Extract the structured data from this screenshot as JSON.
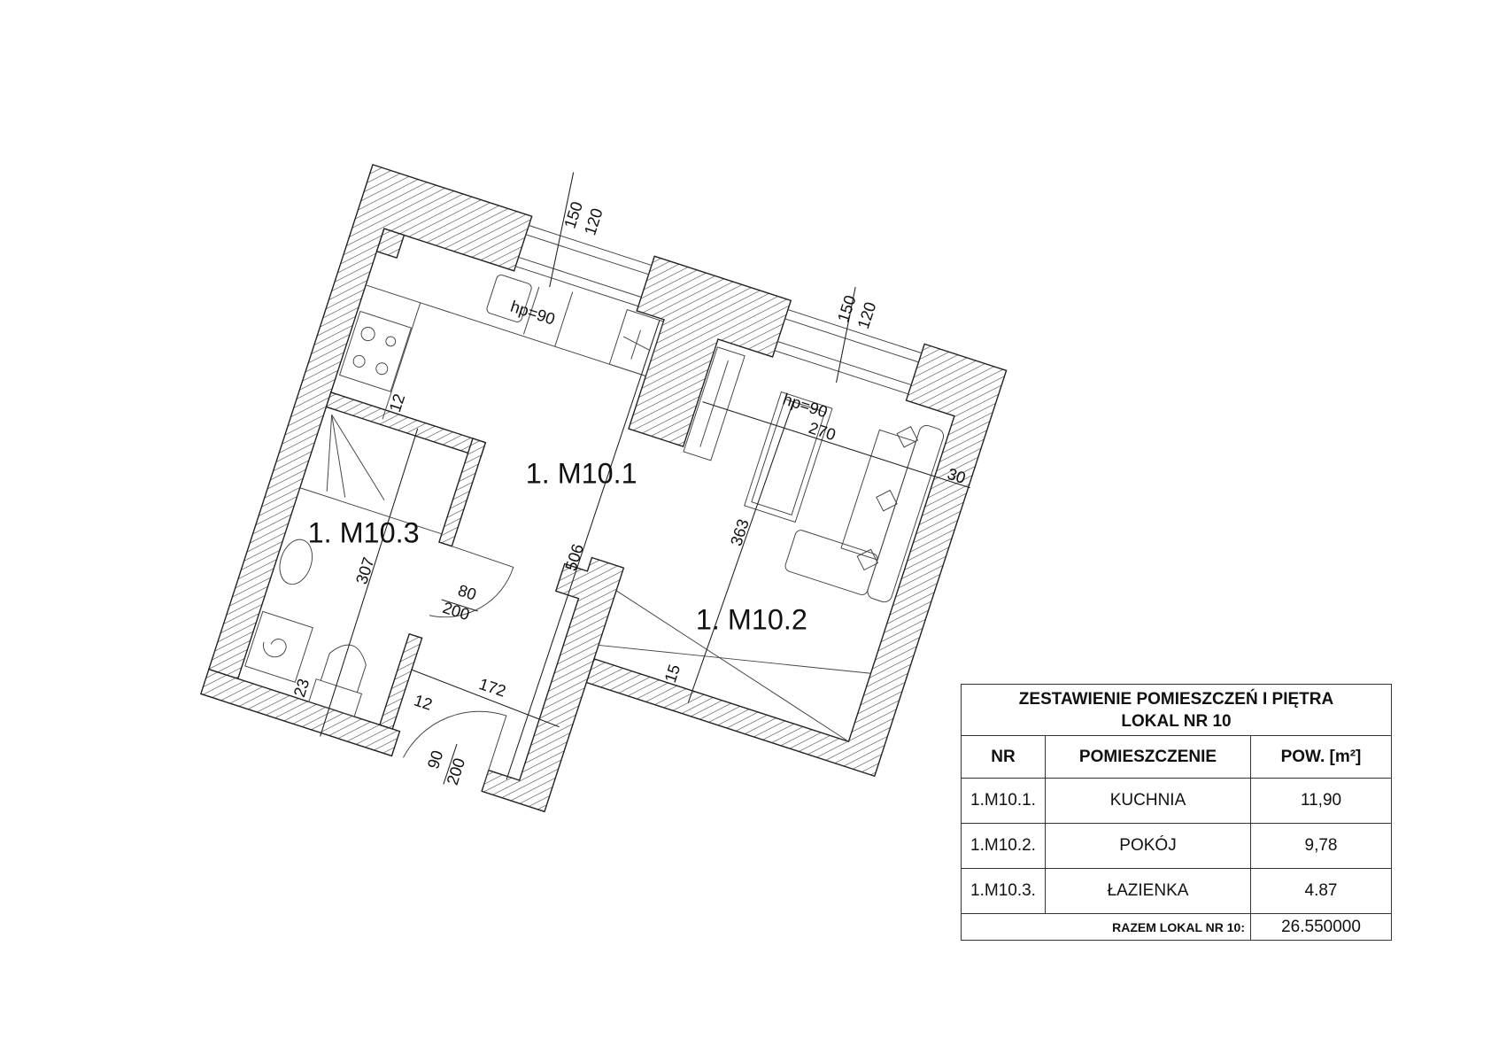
{
  "rooms": {
    "kitchen_label": "1. M10.1",
    "room_label": "1. M10.2",
    "bathroom_label": "1. M10.3"
  },
  "dimensions": {
    "kitchen_length": "506",
    "room_length": "363",
    "bathroom_length": "307",
    "hall_width": "172",
    "room_width": "270",
    "wall_30": "30",
    "wall_15": "15",
    "wall_12_upper": "12",
    "wall_12_lower": "12",
    "wall_23": "23",
    "door_bath_width": "80",
    "door_bath_height": "200",
    "door_entry_width": "90",
    "door_entry_height": "200",
    "window1_width": "150",
    "window1_height": "120",
    "window2_width": "150",
    "window2_height": "120",
    "sill1": "hp=90",
    "sill2": "hp=90"
  },
  "table": {
    "title_line1": "ZESTAWIENIE POMIESZCZEŃ I PIĘTRA",
    "title_line2": "LOKAL NR 10",
    "headers": [
      "NR",
      "POMIESZCZENIE",
      "POW.  [m²]"
    ],
    "rows": [
      {
        "nr": "1.M10.1.",
        "name": "KUCHNIA",
        "area": "11,90"
      },
      {
        "nr": "1.M10.2.",
        "name": "POKÓJ",
        "area": "9,78"
      },
      {
        "nr": "1.M10.3.",
        "name": "ŁAZIENKA",
        "area": "4.87"
      }
    ],
    "total_label": "RAZEM LOKAL NR 10:",
    "total_value": "26.550000"
  }
}
